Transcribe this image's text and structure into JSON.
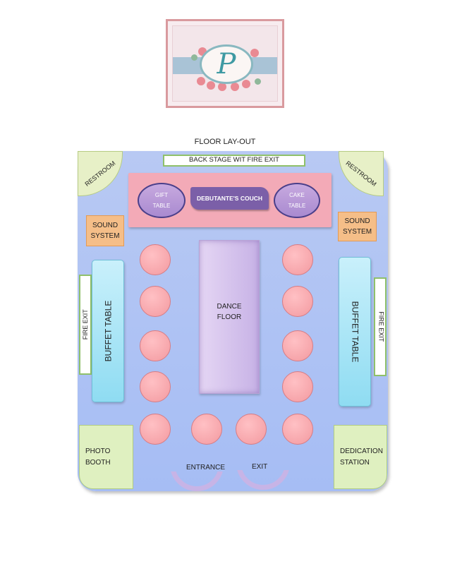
{
  "logo": {
    "letter": "P"
  },
  "floor_title": "FLOOR LAY-OUT",
  "backstage": "BACK STAGE WIT FIRE EXIT",
  "gift_table": {
    "line1": "GIFT",
    "line2": "TABLE"
  },
  "couch": "DEBUTANTE'S COUCH",
  "cake_table": {
    "line1": "CAKE",
    "line2": "TABLE"
  },
  "restroom": "RESTROOM",
  "sound_system": {
    "line1": "SOUND",
    "line2": "SYSTEM"
  },
  "buffet_table": "BUFFET TABLE",
  "fire_exit": "FIRE EXIT",
  "dance_floor": {
    "line1": "DANCE",
    "line2": "FLOOR"
  },
  "photo_booth": {
    "line1": "PHOTO",
    "line2": "BOOTH"
  },
  "dedication_station": {
    "line1": "DEDICATION",
    "line2": "STATION"
  },
  "entrance": "ENTRANCE",
  "exit": "EXIT",
  "colors": {
    "hall": "#b0c4f4",
    "stage": "#f3aab7",
    "guest_table": "#f5a3a9",
    "buffet": "#a8e4f6",
    "sound": "#f5be88",
    "corner_green": "#dff0c0",
    "couch": "#7b5fa8"
  }
}
